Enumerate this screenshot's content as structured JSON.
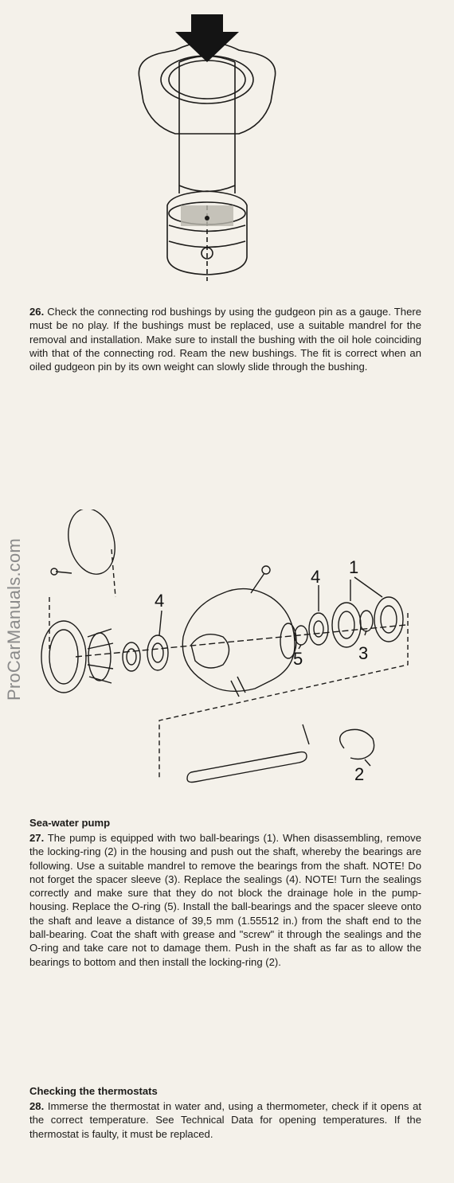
{
  "watermark": "ProCarManuals.com",
  "step26": {
    "number": "26.",
    "text": "Check the connecting rod bushings by using the gudgeon pin as a gauge. There must be no play. If the bushings must be replaced, use a suitable mandrel for the removal and installation. Make sure to install the bushing with the oil hole coinciding with that of the connecting rod. Ream the new bushings. The fit is correct when an oiled gudgeon pin by its own weight can slowly slide through the bushing."
  },
  "pump_callouts": {
    "c1": "1",
    "c2": "2",
    "c3": "3",
    "c4a": "4",
    "c4b": "4",
    "c5": "5"
  },
  "section27": {
    "heading": "Sea-water pump",
    "number": "27.",
    "text": "The pump is equipped with two ball-bearings (1). When disassembling, remove the locking-ring (2) in the housing and push out the shaft, whereby the bearings are following. Use a suitable mandrel to remove the bearings from the shaft. NOTE! Do not forget the spacer sleeve (3). Replace the sealings (4). NOTE! Turn the sealings correctly and make sure that they do not block the drainage hole in the pump-housing. Replace the O-ring (5). Install the ball-bearings and the spacer sleeve onto the shaft and leave a distance of 39,5 mm (1.55512 in.) from the shaft end to the ball-bearing. Coat the shaft with grease and \"screw\" it through the sealings and the O-ring and take care not to damage them. Push in the shaft as far as to allow the bearings to bottom and then install the locking-ring (2)."
  },
  "section28": {
    "heading": "Checking the thermostats",
    "number": "28.",
    "text": "Immerse the thermostat in water and, using a thermometer, check if it opens at the correct temperature. See Technical Data for opening temperatures. If the thermostat is faulty, it must be replaced."
  }
}
